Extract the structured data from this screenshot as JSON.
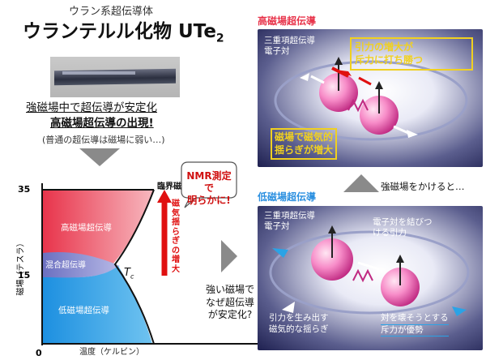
{
  "left": {
    "subtitle": "ウラン系超伝導体",
    "title_main": "ウランテルル化物 UTe",
    "title_sub": "2",
    "sample_photo": "crystal-sample",
    "line1": "強磁場中で超伝導が安定化",
    "line2": "高磁場超伝導の出現!",
    "line3": "(普通の超伝導は磁場に弱い…)"
  },
  "phase": {
    "y_ticks": [
      "35",
      "15",
      "0"
    ],
    "y_label": "磁場（テスラ）",
    "x_label": "温度（ケルビン）",
    "x_origin": "0",
    "region_high": "高磁場超伝導",
    "region_mixed": "混合超伝導",
    "region_low": "低磁場超伝導",
    "critical_label": "臨界磁場",
    "tc_label": "T",
    "tc_sub": "c",
    "arrow_label": "磁気揺らぎの増大",
    "bubble_l1": "NMR測定で",
    "bubble_l2": "明らかに!",
    "question_l1": "強い磁場で",
    "question_l2": "なぜ超伝導",
    "question_l3": "が安定化?",
    "colors": {
      "high": "#e8334a",
      "mixed": "#8a8fd0",
      "low": "#2aa3e6",
      "arrow": "#e01010"
    }
  },
  "right": {
    "top_label": "高磁場超伝導",
    "top_pair_l1": "三重項超伝導",
    "top_pair_l2": "電子対",
    "top_box_l1": "引力の増大が",
    "top_box_l2": "斥力に打ち勝つ",
    "top_bottom_l1": "磁場で磁気的",
    "top_bottom_l2": "揺らぎが増大",
    "middle_text": "強磁場をかけると…",
    "bottom_label": "低磁場超伝導",
    "bot_pair_l1": "三重項超伝導",
    "bot_pair_l2": "電子対",
    "bot_bind_l1": "電子対を結びつ",
    "bot_bind_l2": "ける引力",
    "bot_fluct_l1": "引力を生み出す",
    "bot_fluct_l2": "磁気的な揺らぎ",
    "bot_repel_l1": "対を壊そうとする",
    "bot_repel_l2": "斥力が優勢",
    "colors": {
      "top_label": "#e8334a",
      "bottom_label": "#2a8fe0",
      "highlight": "#f0d020"
    }
  }
}
